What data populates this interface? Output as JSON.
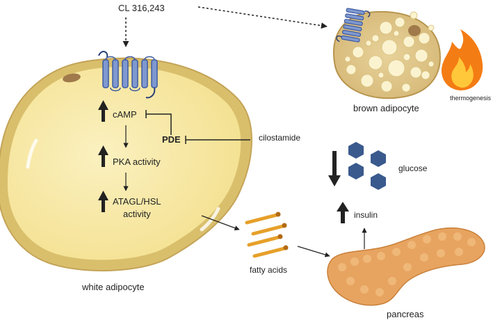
{
  "labels": {
    "agonist": "CL 316,243",
    "camp": "cAMP",
    "pde": "PDE",
    "inhibitor": "cilostamide",
    "pka": "PKA activity",
    "lipase_line1": "ATAGL/HSL",
    "lipase_line2": "activity",
    "brown_cell": "brown adipocyte",
    "thermogenesis": "thermogenesis",
    "glucose": "glucose",
    "insulin": "insulin",
    "fatty_acids": "fatty acids",
    "white_cell": "white adipocyte",
    "pancreas": "pancreas"
  },
  "colors": {
    "white_fat_fill": "#f7e9a8",
    "white_fat_rim": "#c9a85c",
    "nucleus": "#a07a4a",
    "receptor": "#7f98cf",
    "receptor_outline": "#3d5aa0",
    "glucose_hex": "#3a5a8e",
    "fatty_acid": "#e6a02a",
    "pancreas": "#e7a460",
    "flame_outer": "#f47c14",
    "flame_inner": "#ffc83a",
    "arrow": "#222222"
  },
  "icons": [
    "receptor-icon",
    "flame-icon",
    "glucose-hexagon-icon",
    "fatty-acid-icon",
    "pancreas-icon"
  ]
}
